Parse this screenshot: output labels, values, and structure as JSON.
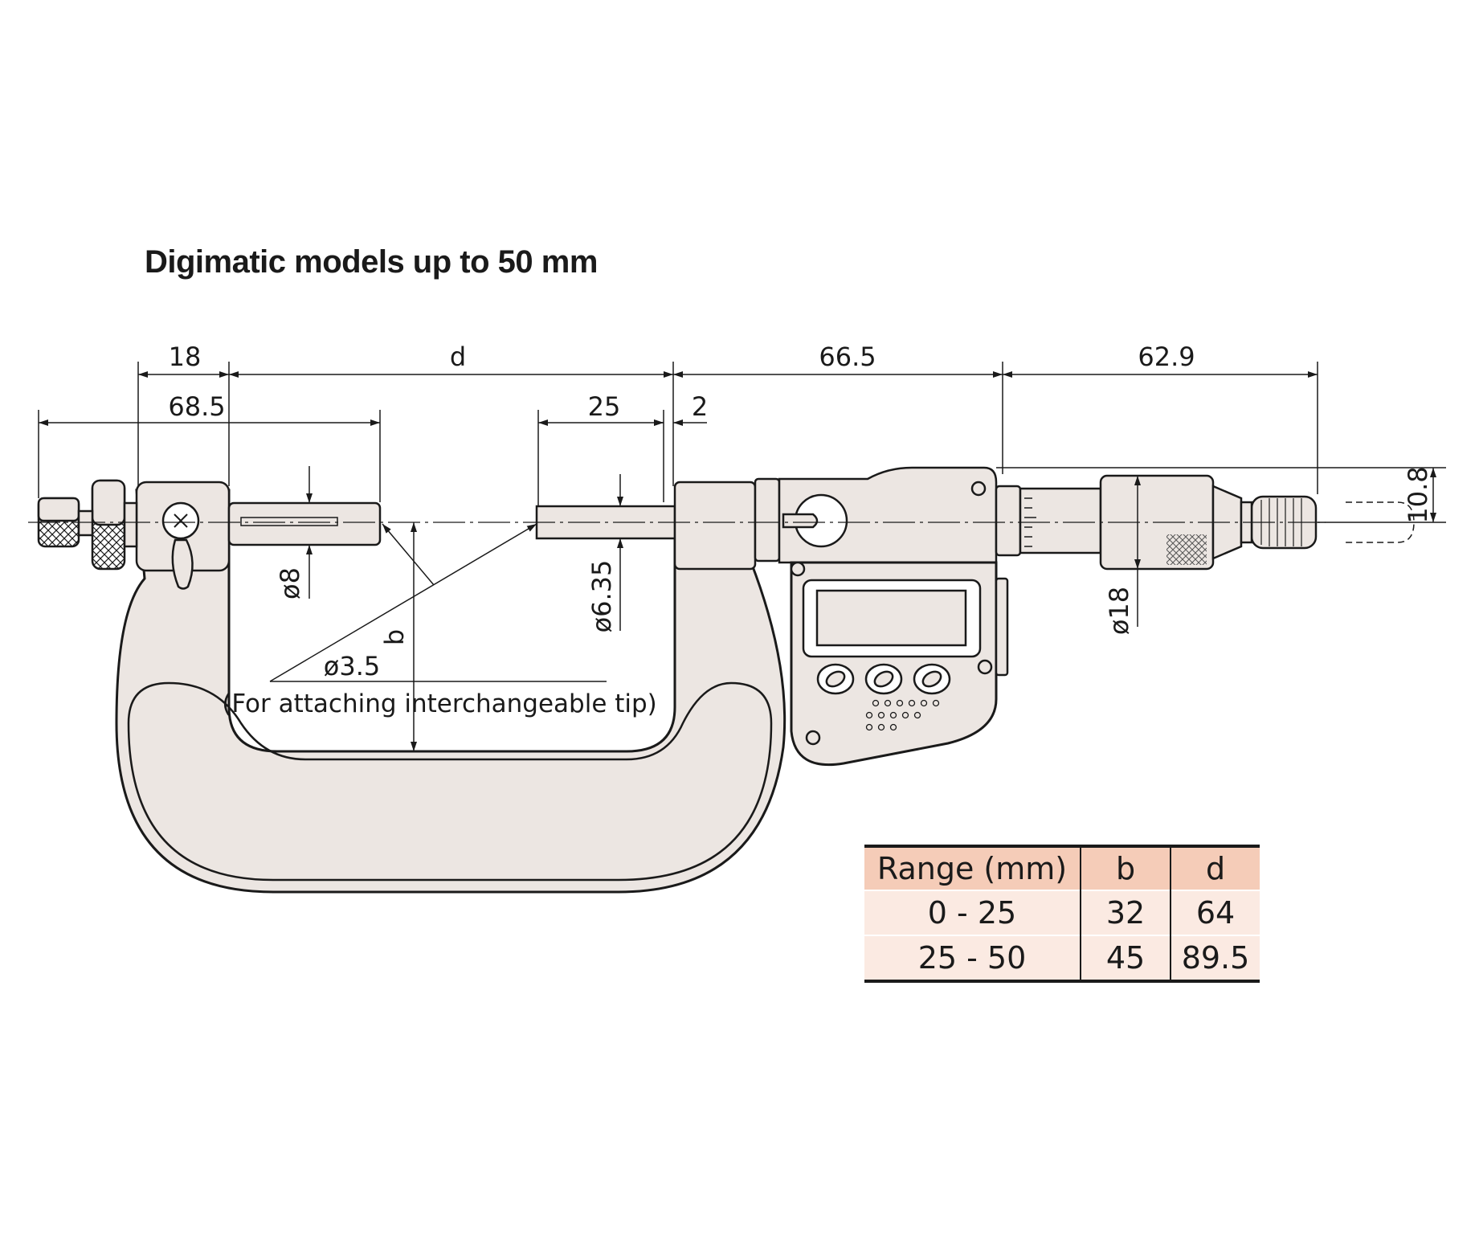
{
  "title": "Digimatic models up to 50 mm",
  "dimensions": {
    "d18": "18",
    "d": "d",
    "d66_5": "66.5",
    "d62_9": "62.9",
    "d68_5": "68.5",
    "d25": "25",
    "d2": "2",
    "d10_8": "10.8",
    "dia8": "ø8",
    "dia6_35": "ø6.35",
    "dia18": "ø18",
    "b": "b",
    "dia3_5": "ø3.5",
    "note": "(For attaching interchangeable tip)"
  },
  "table": {
    "headers": [
      "Range (mm)",
      "b",
      "d"
    ],
    "rows": [
      [
        "0 - 25",
        "32",
        "64"
      ],
      [
        "25 - 50",
        "45",
        "89.5"
      ]
    ]
  },
  "colors": {
    "body": "#ece6e2",
    "table_header": "#f5ccb8",
    "table_row": "#fbeae2",
    "ink": "#1a1a1a"
  }
}
